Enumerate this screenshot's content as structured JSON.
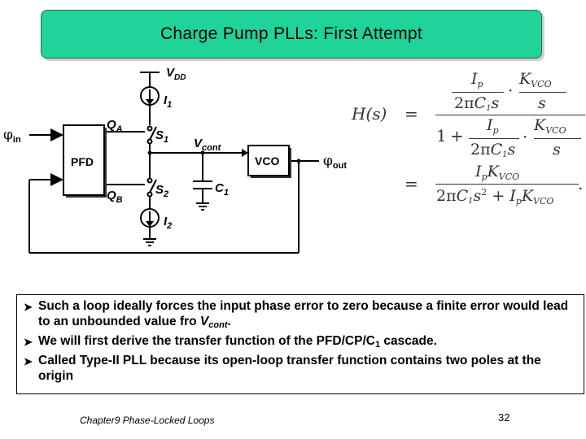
{
  "slide": {
    "title": "Charge Pump PLLs: First Attempt",
    "footer": "Chapter9 Phase-Locked Loops",
    "page_number": "32"
  },
  "circuit": {
    "vdd": "V",
    "vdd_sub": "DD",
    "i1": "I",
    "i1_sub": "1",
    "i2": "I",
    "i2_sub": "2",
    "qa": "Q",
    "qa_sub": "A",
    "qb": "Q",
    "qb_sub": "B",
    "s1": "S",
    "s1_sub": "1",
    "s2": "S",
    "s2_sub": "2",
    "vcont": "V",
    "vcont_sub": "cont",
    "c1": "C",
    "c1_sub": "1",
    "phi_in": "φ",
    "phi_in_sub": "in",
    "phi_out": "φ",
    "phi_out_sub": "out",
    "pfd": "PFD",
    "vco": "VCO"
  },
  "equation": {
    "lhs": "H(s)",
    "equals": "=",
    "ip": "I",
    "p_sub": "p",
    "kvco": "K",
    "vco_sub": "VCO",
    "two_pi": "2π",
    "c1": "C",
    "one_sub": "1",
    "s": "s",
    "s2_exp": "2",
    "one": "1",
    "plus": "+",
    "dot": "·",
    "period": "."
  },
  "bullets": {
    "b1_text": "Such a loop ideally forces the input phase error to zero because a finite error would lead to an unbounded value fro ",
    "b1_var": "V",
    "b1_var_sub": "cont",
    "b1_end": ".",
    "b2_text": "We will first derive the transfer function of the PFD/CP/C",
    "b2_sub": "1",
    "b2_end": " cascade.",
    "b3_text": "Called Type-II PLL because its open-loop transfer function contains two poles at the origin"
  }
}
